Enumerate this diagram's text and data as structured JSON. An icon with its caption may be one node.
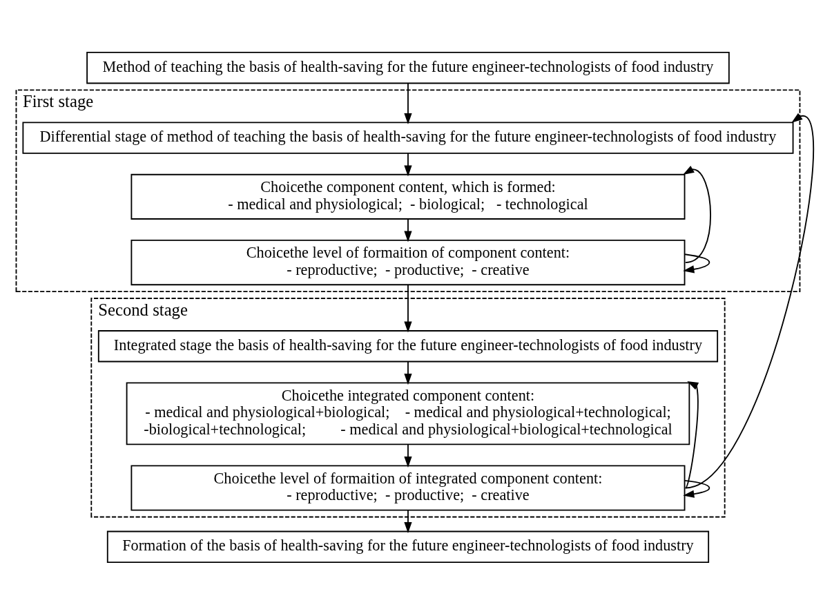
{
  "diagram": {
    "nodes": [
      {
        "text": [
          "Method of teaching the basis of health-saving for the future engineer-technologists of food industry"
        ]
      },
      {
        "text": [
          "First stage"
        ]
      },
      {
        "text": [
          "Differential stage of method of teaching the basis of health-saving for the future engineer-technologists of food industry"
        ],
        "in": 1
      },
      {
        "text": [
          "Choicethe component content, which is formed:",
          "- medical and physiological;  - biological;   - technological"
        ],
        "in": 1
      },
      {
        "text": [
          "Choicethe level of formaition of component content:",
          "- reproductive;  - productive;  - creative"
        ],
        "in": 1
      },
      {
        "text": [
          "Second stage"
        ]
      },
      {
        "text": [
          "Integrated stage the basis of health-saving for the future engineer-technologists of food industry"
        ],
        "in": 5
      },
      {
        "text": [
          "Choicethe integrated component content:",
          "- medical and physiological+biological;    - medical and physiological+technological;",
          "-biological+technological;         - medical and physiological+biological+technological"
        ],
        "in": 5
      },
      {
        "text": [
          "Choicethe level of formaition of integrated component content:",
          "- reproductive;  - productive;  - creative"
        ],
        "in": 5
      },
      {
        "text": [
          "Formation of the basis of health-saving for the future engineer-technologists of food industry"
        ]
      }
    ],
    "edges": [
      {
        "from": 0,
        "to": 2,
        "arrow": "to"
      },
      {
        "from": 2,
        "to": 3,
        "arrow": "to"
      },
      {
        "from": 3,
        "to": 4,
        "arrow": "to"
      },
      {
        "from": 4,
        "to": 6,
        "arrow": "to"
      },
      {
        "from": 4,
        "to": 3,
        "arrow": "to"
      },
      {
        "from": 4,
        "to": 4,
        "arrow": "to"
      },
      {
        "from": 6,
        "to": 7,
        "arrow": "to"
      },
      {
        "from": 7,
        "to": 8,
        "arrow": "to"
      },
      {
        "from": 8,
        "to": 9,
        "arrow": "to"
      },
      {
        "from": 8,
        "to": 7,
        "arrow": "to"
      },
      {
        "from": 8,
        "to": 8,
        "arrow": "to"
      },
      {
        "from": 8,
        "to": 2,
        "arrow": "to"
      }
    ]
  }
}
